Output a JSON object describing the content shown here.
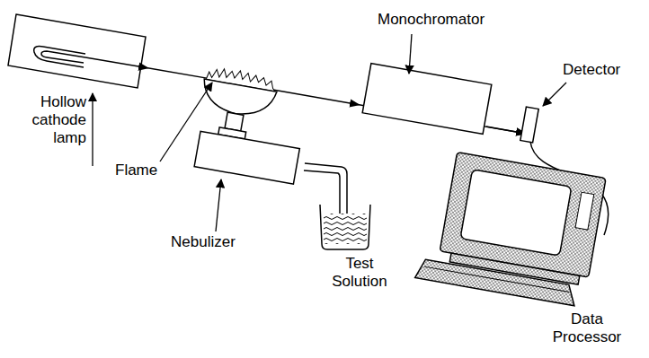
{
  "diagram": {
    "labels": [
      "Hollow cathode lamp",
      "Flame",
      "Monochromator",
      "Detector",
      "Nebulizer",
      "Test Solution",
      "Data Processor"
    ]
  }
}
